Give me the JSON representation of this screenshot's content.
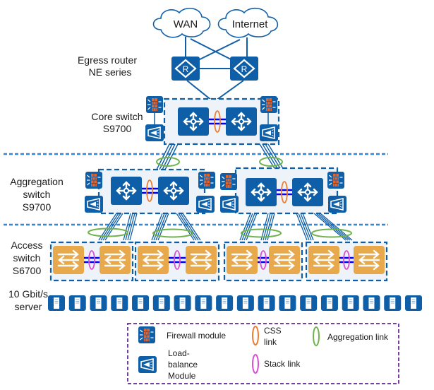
{
  "clouds": [
    {
      "id": "wan",
      "label": "WAN"
    },
    {
      "id": "internet",
      "label": "Internet"
    }
  ],
  "tiers": {
    "egress": {
      "line1": "Egress router",
      "line2": "NE series"
    },
    "core": {
      "line1": "Core switch",
      "line2": "S9700"
    },
    "aggregation": {
      "line1": "Aggregation",
      "line2": "switch",
      "line3": "S9700"
    },
    "access": {
      "line1": "Access",
      "line2": "switch",
      "line3": "S6700"
    },
    "server": {
      "line1": "10 Gbit/s",
      "line2": "server"
    }
  },
  "router_glyph": "R",
  "server_count": 18,
  "access_stack_count": 4,
  "aggregation_cluster_count": 2,
  "legend": {
    "firewall": "Firewall module",
    "loadbalance_1": "Load-",
    "loadbalance_2": "balance",
    "loadbalance_3": "Module",
    "css_1": "CSS",
    "css_2": "link",
    "stack": "Stack link",
    "aggregation": "Aggregation link"
  },
  "colors": {
    "device_blue": "#0f5fa8",
    "dash_blue": "#2f86e0",
    "cluster_fill": "#eef3fa",
    "firewall_orange": "#e8632a",
    "access_orange": "#e8a84c",
    "css_link": "#ed7d31",
    "stack_link": "#d94fd1",
    "agg_link": "#70b34c",
    "legend_border": "#7a3fa6",
    "bar_blue": "#0000ee"
  }
}
